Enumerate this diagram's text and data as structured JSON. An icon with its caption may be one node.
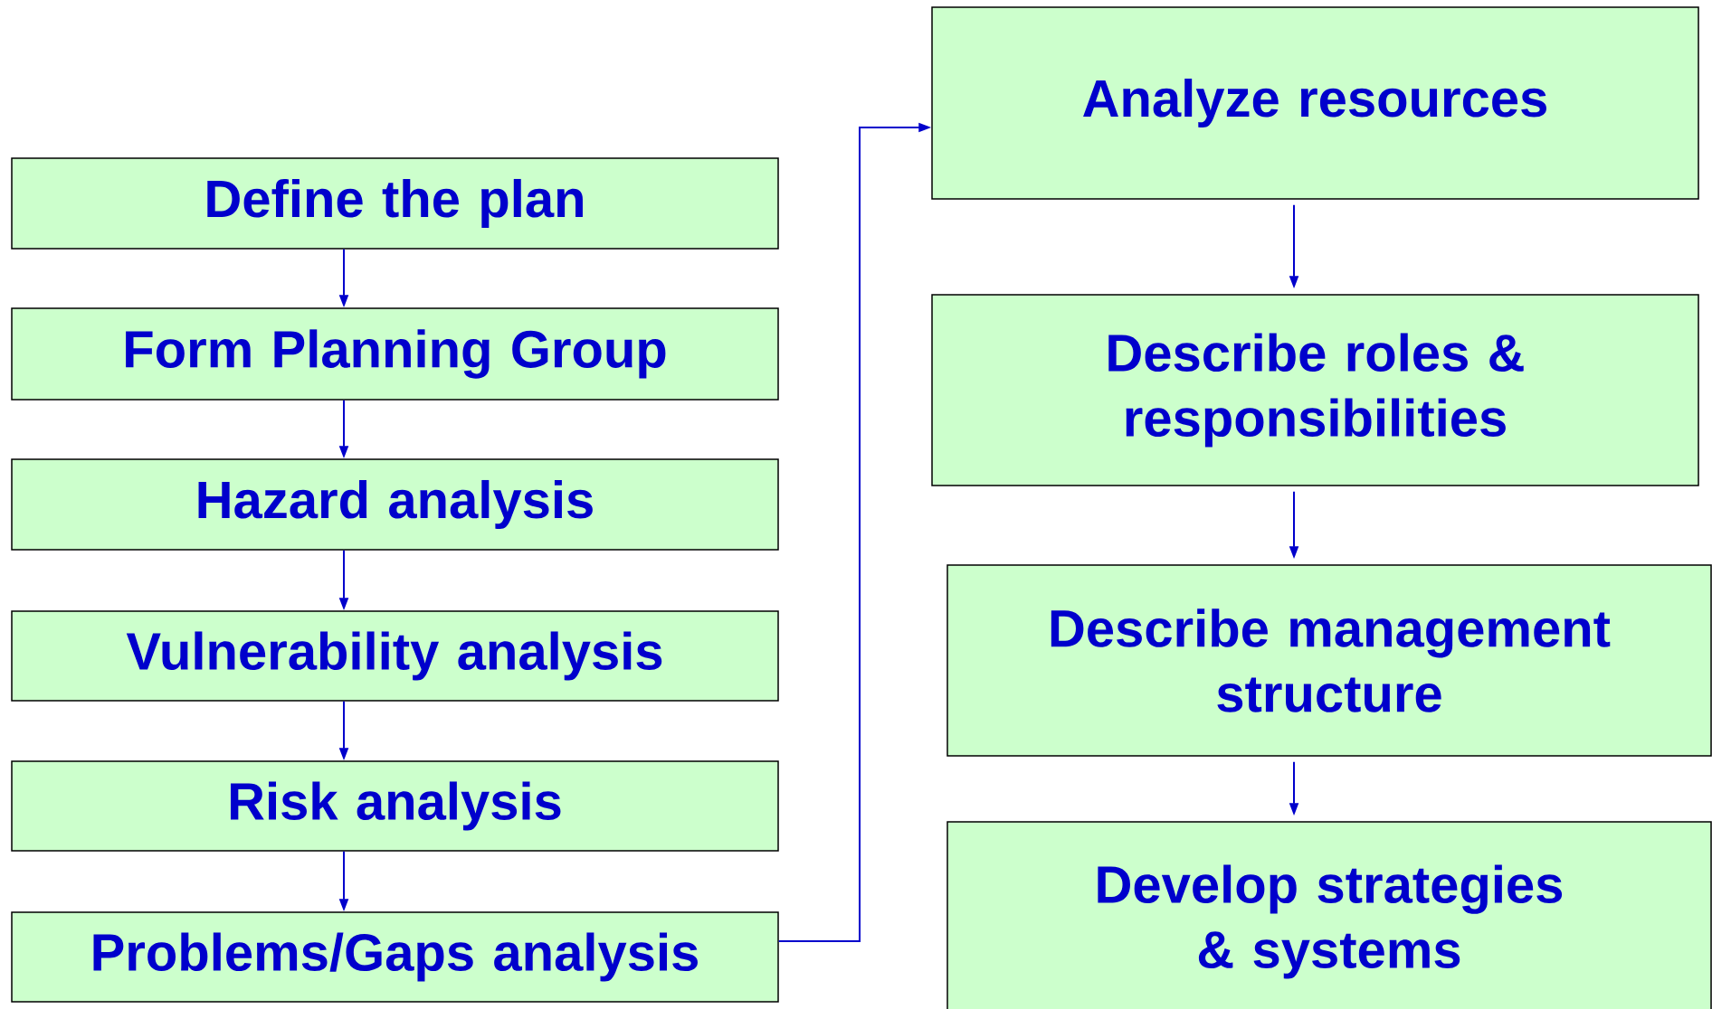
{
  "diagram": {
    "nodes": [
      {
        "text": [
          "Define the plan"
        ]
      },
      {
        "text": [
          "Form Planning Group"
        ]
      },
      {
        "text": [
          "Hazard analysis"
        ]
      },
      {
        "text": [
          "Vulnerability analysis"
        ]
      },
      {
        "text": [
          "Risk analysis"
        ]
      },
      {
        "text": [
          "Problems/Gaps analysis"
        ]
      },
      {
        "text": [
          "Analyze resources"
        ]
      },
      {
        "text": [
          "Describe roles & responsibilities"
        ]
      },
      {
        "text": [
          "Describe management structure"
        ]
      },
      {
        "text": [
          "Develop strategies & systems"
        ]
      }
    ],
    "edges": [
      {
        "from": 0,
        "to": 1,
        "arrow": "to"
      },
      {
        "from": 1,
        "to": 2,
        "arrow": "to"
      },
      {
        "from": 2,
        "to": 3,
        "arrow": "to"
      },
      {
        "from": 3,
        "to": 4,
        "arrow": "to"
      },
      {
        "from": 4,
        "to": 5,
        "arrow": "to"
      },
      {
        "from": 5,
        "to": 6,
        "arrow": "to"
      },
      {
        "from": 6,
        "to": 7,
        "arrow": "to"
      },
      {
        "from": 7,
        "to": 8,
        "arrow": "to"
      },
      {
        "from": 8,
        "to": 9,
        "arrow": "to"
      }
    ]
  }
}
